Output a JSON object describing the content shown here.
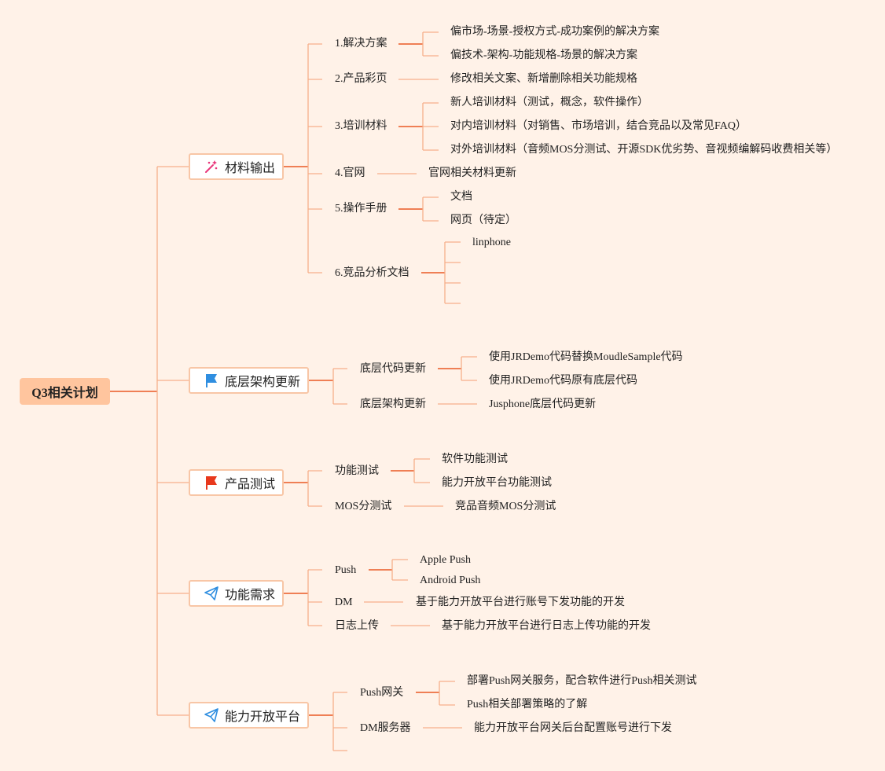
{
  "root": "Q3相关计划",
  "branches": {
    "b1": {
      "label": "材料输出",
      "icon": "magic-wand-icon",
      "items": {
        "i1": {
          "label": "1.解决方案",
          "c1": "偏市场-场景-授权方式-成功案例的解决方案",
          "c2": "偏技术-架构-功能规格-场景的解决方案"
        },
        "i2": {
          "label": "2.产品彩页",
          "c1": "修改相关文案、新增删除相关功能规格"
        },
        "i3": {
          "label": "3.培训材料",
          "c1": "新人培训材料（测试，概念，软件操作）",
          "c2": "对内培训材料（对销售、市场培训，结合竞品以及常见FAQ）",
          "c3": "对外培训材料（音频MOS分测试、开源SDK优劣势、音视频编解码收费相关等）"
        },
        "i4": {
          "label": "4.官网",
          "c1": "官网相关材料更新"
        },
        "i5": {
          "label": "5.操作手册",
          "c1": "文档",
          "c2": "网页（待定）"
        },
        "i6": {
          "label": "6.竞品分析文档",
          "c1": "linphone"
        }
      }
    },
    "b2": {
      "label": "底层架构更新",
      "icon": "blue-flag-icon",
      "items": {
        "i1": {
          "label": "底层代码更新",
          "c1": "使用JRDemo代码替换MoudleSample代码",
          "c2": "使用JRDemo代码原有底层代码"
        },
        "i2": {
          "label": "底层架构更新",
          "c1": "Jusphone底层代码更新"
        }
      }
    },
    "b3": {
      "label": "产品测试",
      "icon": "red-flag-icon",
      "items": {
        "i1": {
          "label": "功能测试",
          "c1": "软件功能测试",
          "c2": "能力开放平台功能测试"
        },
        "i2": {
          "label": "MOS分测试",
          "c1": "竞品音频MOS分测试"
        }
      }
    },
    "b4": {
      "label": "功能需求",
      "icon": "paper-plane-icon",
      "items": {
        "i1": {
          "label": "Push",
          "c1": "Apple Push",
          "c2": "Android Push"
        },
        "i2": {
          "label": "DM",
          "c1": "基于能力开放平台进行账号下发功能的开发"
        },
        "i3": {
          "label": "日志上传",
          "c1": "基于能力开放平台进行日志上传功能的开发"
        }
      }
    },
    "b5": {
      "label": "能力开放平台",
      "icon": "paper-plane-icon",
      "items": {
        "i1": {
          "label": "Push网关",
          "c1": "部署Push网关服务，配合软件进行Push相关测试",
          "c2": "Push相关部署策略的了解"
        },
        "i2": {
          "label": "DM服务器",
          "c1": "能力开放平台网关后台配置账号进行下发"
        }
      }
    }
  },
  "colors": {
    "background": "#fff2e8",
    "root": "#ffc59e",
    "connector": "#f6b08a",
    "connector_strong": "#ef7f55",
    "branch_border": "#f8c6a6"
  }
}
